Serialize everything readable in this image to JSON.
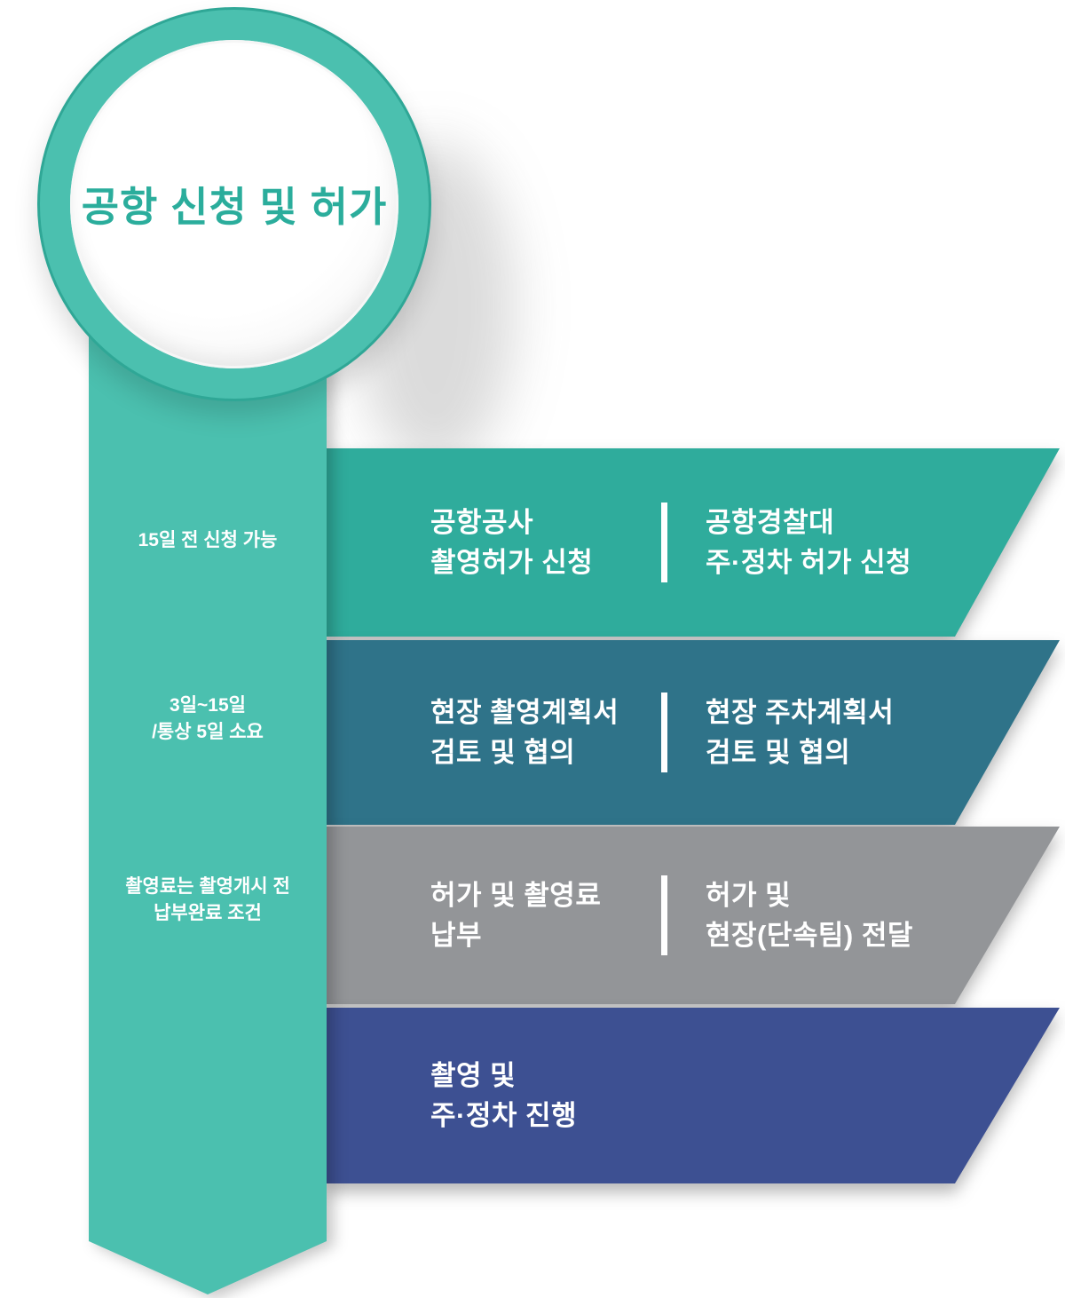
{
  "title": "공항 신청 및 허가",
  "colors": {
    "ribbon": "#4BC0AF",
    "circle_ring": "#4BC0AF",
    "title_text": "#2BAD9C",
    "banner_text": "#FFFFFF",
    "row1": "#2FAC9C",
    "row2": "#2F7389",
    "row3": "#939598",
    "row4": "#3D5092"
  },
  "ribbon_notes": [
    {
      "lines": [
        "15일 전 신청 가능"
      ]
    },
    {
      "lines": [
        "3일~15일",
        "/통상 5일 소요"
      ]
    },
    {
      "lines": [
        "촬영료는 촬영개시 전",
        "납부완료 조건"
      ]
    }
  ],
  "rows": [
    {
      "color": "#2FAC9C",
      "left": [
        "공항공사",
        "촬영허가 신청"
      ],
      "right": [
        "공항경찰대",
        "주·정차 허가 신청"
      ]
    },
    {
      "color": "#2F7389",
      "left": [
        "현장 촬영계획서",
        "검토 및 협의"
      ],
      "right": [
        "현장 주차계획서",
        "검토 및 협의"
      ]
    },
    {
      "color": "#939598",
      "left": [
        "허가 및 촬영료",
        "납부"
      ],
      "right": [
        "허가 및",
        "현장(단속팀) 전달"
      ]
    },
    {
      "color": "#3D5092",
      "left": [
        "촬영 및",
        "주·정차 진행"
      ]
    }
  ]
}
